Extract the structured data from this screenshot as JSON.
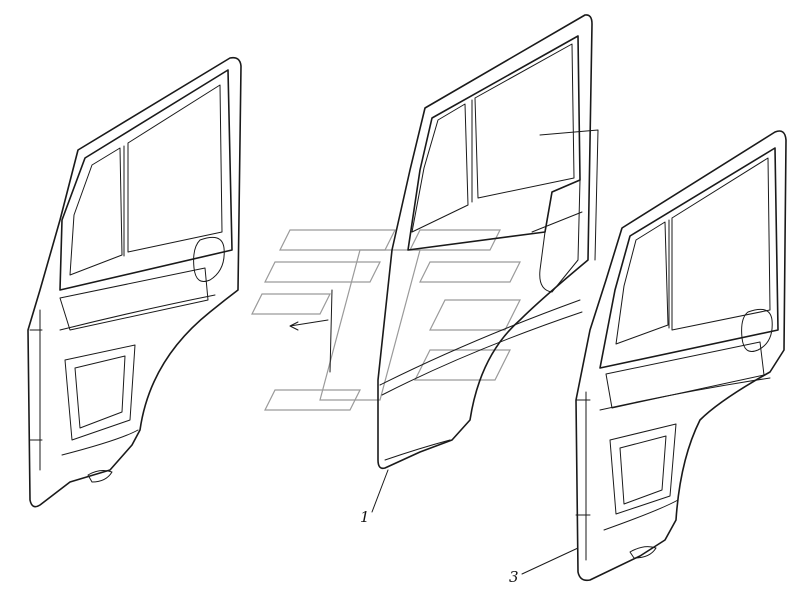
{
  "diagram": {
    "callouts": [
      {
        "id": "part-1",
        "label": "1"
      },
      {
        "id": "part-3",
        "label": "3"
      }
    ]
  }
}
